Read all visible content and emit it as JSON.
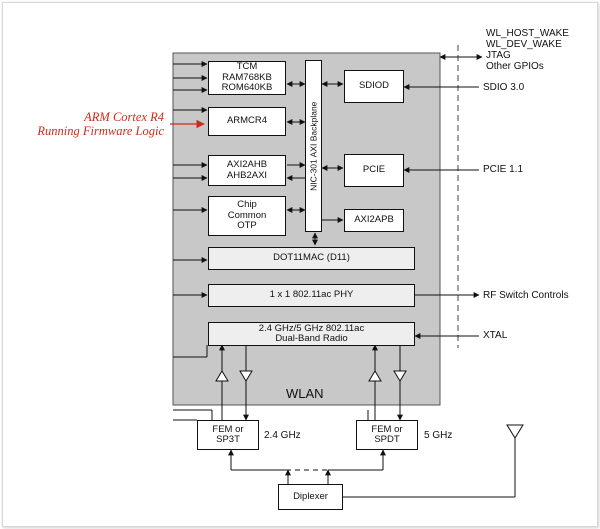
{
  "annotation": {
    "line1": "ARM Cortex R4",
    "line2": "Running Firmware Logic",
    "color": "#d12a1a"
  },
  "blocks": {
    "tcm": [
      "TCM",
      "RAM768KB",
      "ROM640KB"
    ],
    "armcr4": "ARMCR4",
    "axi2ahb": [
      "AXI2AHB",
      "AHB2AXI"
    ],
    "chip_common": [
      "Chip",
      "Common",
      "OTP"
    ],
    "backplane": "NIC-301 AXI Backplane",
    "sdiod": "SDIOD",
    "pcie": "PCIE",
    "axi2apb": "AXI2APB",
    "dot11mac": "DOT11MAC (D11)",
    "phy": "1 x 1 802.11ac PHY",
    "radio": [
      "2.4 GHz/5 GHz 802.11ac",
      "Dual-Band Radio"
    ],
    "wlan": "WLAN",
    "fem_24": [
      "FEM or",
      "SP3T"
    ],
    "fem_5": [
      "FEM or",
      "SPDT"
    ],
    "diplexer": "Diplexer"
  },
  "external": {
    "gpio": [
      "WL_HOST_WAKE",
      "WL_DEV_WAKE",
      "JTAG",
      "Other GPIOs"
    ],
    "sdio": "SDIO 3.0",
    "pcie": "PCIE 1.1",
    "rf_switch": "RF Switch Controls",
    "xtal": "XTAL",
    "band_24": "2.4 GHz",
    "band_5": "5 GHz"
  },
  "colors": {
    "wlan_fill": "#c8c8c8",
    "block_fill": "#ffffff",
    "line": "#111111"
  }
}
